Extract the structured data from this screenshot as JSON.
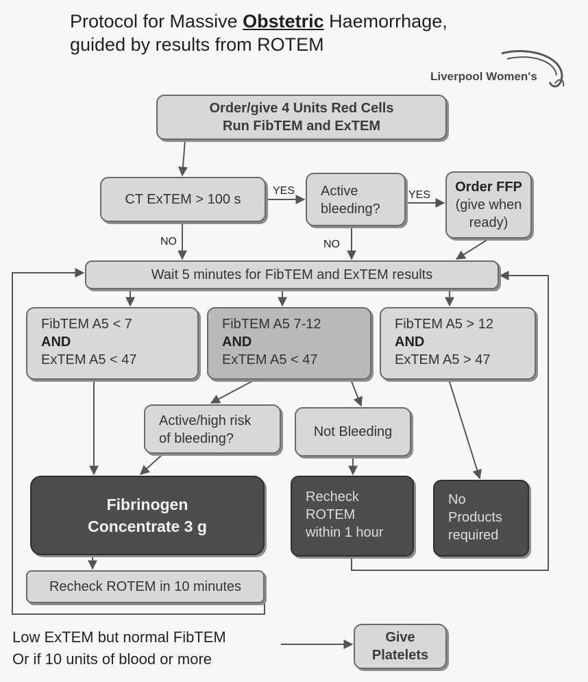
{
  "title": {
    "line1_pre": "Protocol for Massive ",
    "line1_emph": "Obstetric",
    "line1_post": " Haemorrhage,",
    "line2": "guided by results from ROTEM"
  },
  "logo": {
    "text": "Liverpool Women's"
  },
  "nodes": {
    "order": {
      "line1": "Order/give 4 Units Red Cells",
      "line2": "Run FibTEM and ExTEM"
    },
    "ct": {
      "text": "CT ExTEM > 100 s"
    },
    "active_bleeding": {
      "line1": "Active",
      "line2": "bleeding?"
    },
    "ffp": {
      "line1": "Order FFP",
      "line2": "(give when",
      "line3": "ready)"
    },
    "wait": {
      "text": "Wait 5 minutes for FibTEM and ExTEM results"
    },
    "cond_low": {
      "line1": "FibTEM A5 < 7",
      "line2": "AND",
      "line3": "ExTEM A5 < 47"
    },
    "cond_mid": {
      "line1": "FibTEM A5 7-12",
      "line2": "AND",
      "line3": "ExTEM A5 < 47"
    },
    "cond_high": {
      "line1": "FibTEM A5 > 12",
      "line2": "AND",
      "line3": "ExTEM A5 > 47"
    },
    "high_risk": {
      "line1": "Active/high risk",
      "line2": "of bleeding?"
    },
    "not_bleeding": {
      "text": "Not Bleeding"
    },
    "fibrinogen": {
      "line1": "Fibrinogen",
      "line2": "Concentrate 3 g"
    },
    "recheck_hour": {
      "line1": "Recheck",
      "line2": "ROTEM",
      "line3": "within 1 hour"
    },
    "no_products": {
      "line1": "No",
      "line2": "Products",
      "line3": "required"
    },
    "recheck_10": {
      "text": "Recheck ROTEM in 10 minutes"
    },
    "platelets": {
      "line1": "Give",
      "line2": "Platelets"
    }
  },
  "edge_labels": {
    "yes1": "YES",
    "yes2": "YES",
    "no1": "NO",
    "no2": "NO"
  },
  "footer": {
    "line1": "Low ExTEM but normal FibTEM",
    "line2": "Or if 10 units of blood or more"
  }
}
